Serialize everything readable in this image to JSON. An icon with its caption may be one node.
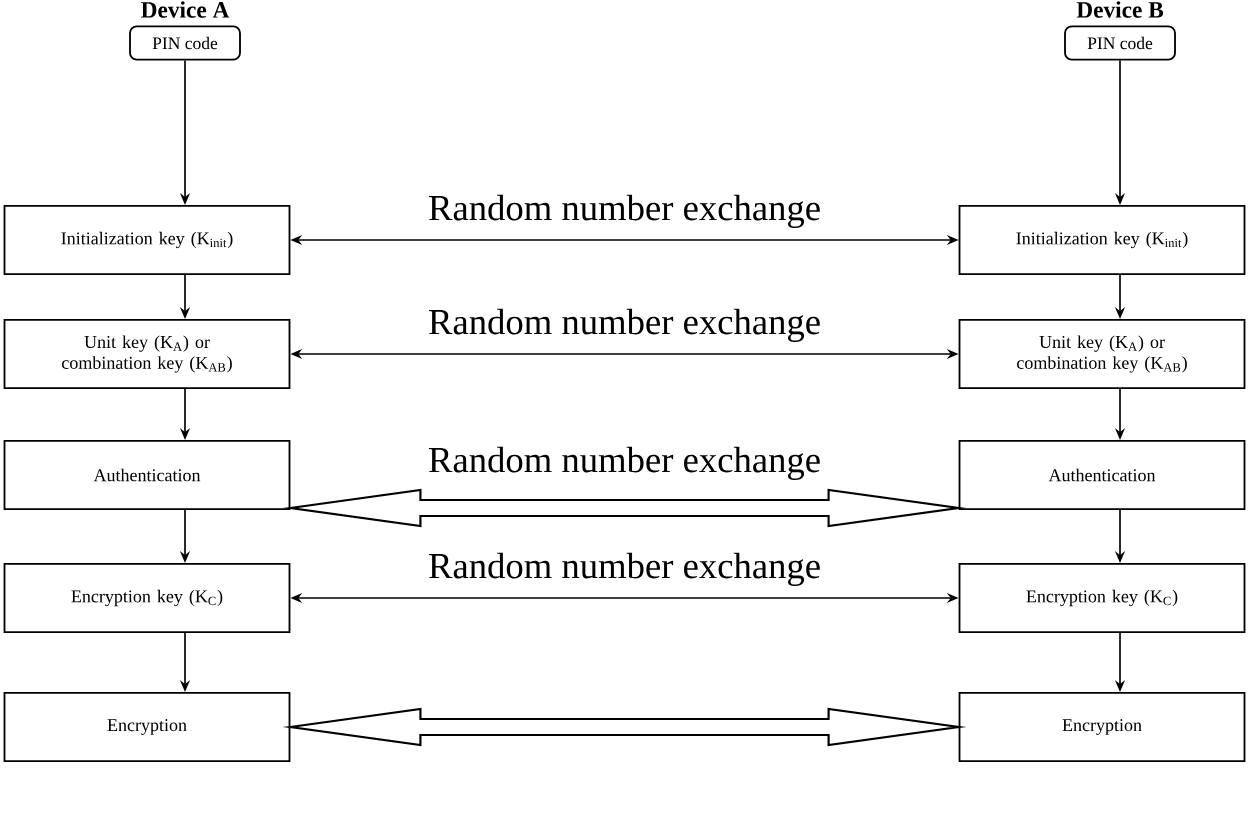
{
  "diagram": {
    "nodes": [
      {
        "text": [
          "PIN code"
        ]
      },
      {
        "text": [
          "PIN code"
        ]
      },
      {
        "text": [
          "Initialization key (K$_{init}$)"
        ]
      },
      {
        "text": [
          "Initialization key (K$_{init}$)"
        ]
      },
      {
        "text": [
          "Unit key (K$_{A}$) or combination key (K$_{AB}$)"
        ]
      },
      {
        "text": [
          "Unit key (K$_{A}$) or combination key (K$_{AB}$)"
        ]
      },
      {
        "text": [
          "Authentication"
        ]
      },
      {
        "text": [
          "Authentication"
        ]
      },
      {
        "text": [
          "Encryption key (K$_{C}$)"
        ]
      },
      {
        "text": [
          "Encryption key (K$_{C}$)"
        ]
      },
      {
        "text": [
          "Encryption"
        ]
      },
      {
        "text": [
          "Encryption"
        ]
      }
    ],
    "edges": [
      {
        "from": 0,
        "to": 2,
        "arrow": "to"
      },
      {
        "from": 2,
        "to": 4,
        "arrow": "to"
      },
      {
        "from": 4,
        "to": 6,
        "arrow": "to"
      },
      {
        "from": 6,
        "to": 8,
        "arrow": "to"
      },
      {
        "from": 8,
        "to": 10,
        "arrow": "to"
      },
      {
        "from": 1,
        "to": 3,
        "arrow": "to"
      },
      {
        "from": 3,
        "to": 5,
        "arrow": "to"
      },
      {
        "from": 5,
        "to": 7,
        "arrow": "to"
      },
      {
        "from": 7,
        "to": 9,
        "arrow": "to"
      },
      {
        "from": 9,
        "to": 11,
        "arrow": "to"
      },
      {
        "from": 2,
        "to": 3,
        "arrow": "both",
        "label": "Random number exchange"
      },
      {
        "from": 4,
        "to": 5,
        "arrow": "both",
        "label": "Random number exchange"
      },
      {
        "from": 6,
        "to": 7,
        "arrow": "both",
        "label": "Random number exchange",
        "style": "thick"
      },
      {
        "from": 8,
        "to": 9,
        "arrow": "both",
        "label": "Random number exchange"
      },
      {
        "from": 10,
        "to": 11,
        "arrow": "both",
        "style": "thick"
      }
    ],
    "labels": [
      "Device A",
      "Device B"
    ]
  }
}
